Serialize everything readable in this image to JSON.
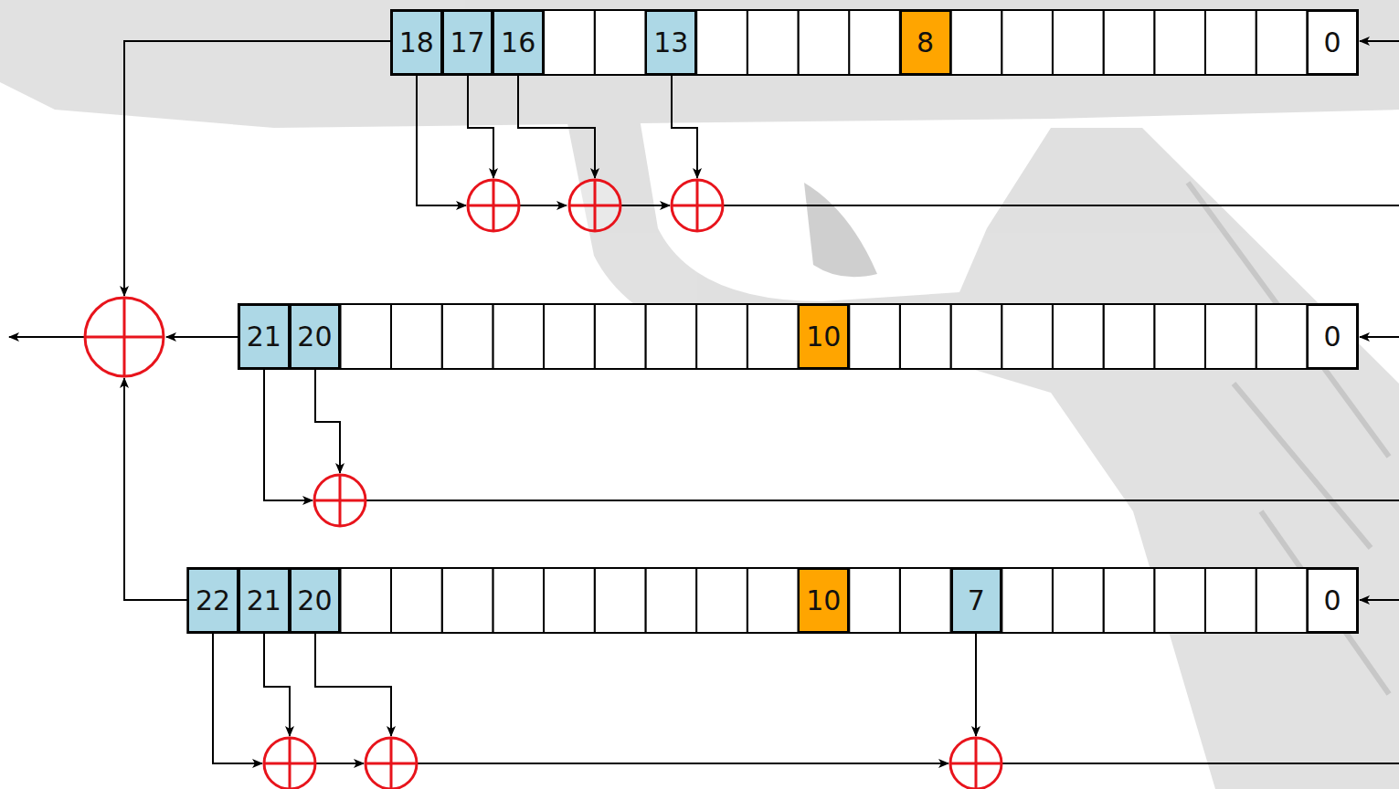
{
  "diagram": {
    "nodes": [
      {
        "text": [
          "18"
        ]
      },
      {
        "text": [
          "17"
        ]
      },
      {
        "text": [
          "16"
        ]
      },
      {
        "text": [
          "13"
        ]
      },
      {
        "text": [
          "8"
        ]
      },
      {
        "text": [
          "0"
        ]
      },
      {
        "text": [
          "21"
        ]
      },
      {
        "text": [
          "20"
        ]
      },
      {
        "text": [
          "10"
        ]
      },
      {
        "text": [
          "0"
        ]
      },
      {
        "text": [
          "22"
        ]
      },
      {
        "text": [
          "21"
        ]
      },
      {
        "text": [
          "20"
        ]
      },
      {
        "text": [
          "10"
        ]
      },
      {
        "text": [
          "7"
        ]
      },
      {
        "text": [
          "0"
        ]
      }
    ]
  }
}
